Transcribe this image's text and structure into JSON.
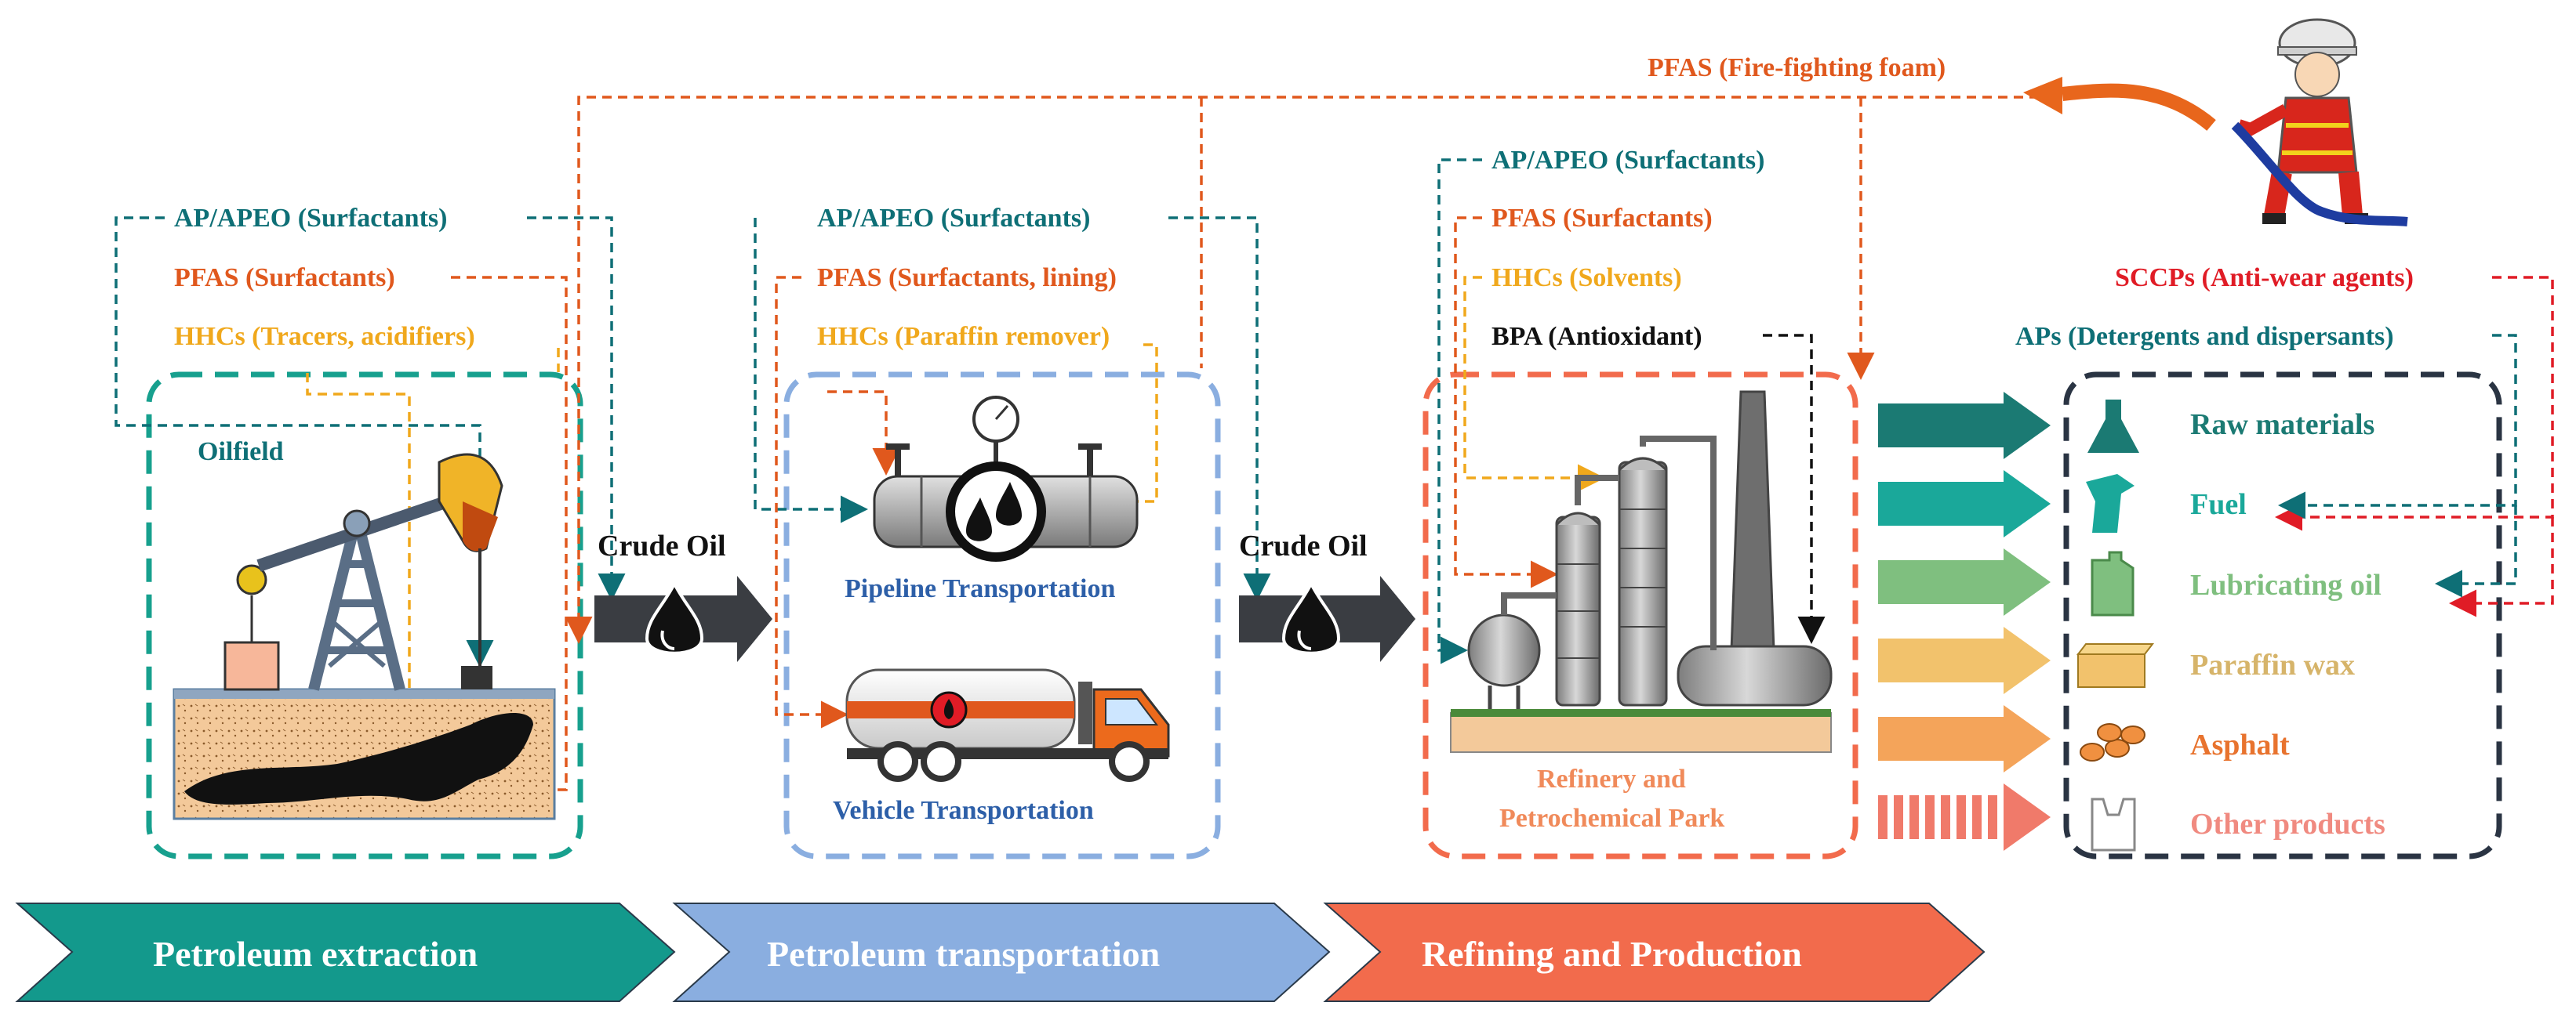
{
  "colors": {
    "teal": "#0e6f76",
    "green_teal": "#17a08e",
    "orange": "#e0581d",
    "gold": "#f0a81c",
    "red": "#e01c26",
    "blue": "#2d5fa8",
    "light_blue": "#8aaee0",
    "salmon": "#f26b4c"
  },
  "top_label": "PFAS (Fire-fighting foam)",
  "oilfield": {
    "chemicals": [
      "AP/APEO  (Surfactants)",
      "PFAS (Surfactants)",
      "HHCs (Tracers, acidifiers)"
    ],
    "title": "Oilfield"
  },
  "crude_oil_1": "Crude Oil",
  "crude_oil_2": "Crude Oil",
  "transport": {
    "chemicals": [
      "AP/APEO  (Surfactants)",
      "PFAS (Surfactants, lining)",
      "HHCs (Paraffin remover)"
    ],
    "pipeline": "Pipeline Transportation",
    "vehicle": "Vehicle Transportation"
  },
  "refinery": {
    "chemicals": [
      "AP/APEO  (Surfactants)",
      "PFAS (Surfactants)",
      "HHCs (Solvents)",
      "BPA (Antioxidant)"
    ],
    "title_line1": "Refinery and",
    "title_line2": "Petrochemical Park"
  },
  "products_side": {
    "sccps": "SCCPs (Anti-wear agents)",
    "aps": "APs (Detergents and dispersants)"
  },
  "products": [
    {
      "label": "Raw materials",
      "color": "#1b7a73",
      "icon": "flask-icon"
    },
    {
      "label": "Fuel",
      "color": "#1aa89a",
      "icon": "fuel-nozzle-icon"
    },
    {
      "label": "Lubricating oil",
      "color": "#7fbf7f",
      "icon": "oil-jug-icon"
    },
    {
      "label": "Paraffin wax",
      "color": "#d6b46a",
      "icon": "wax-block-icon"
    },
    {
      "label": "Asphalt",
      "color": "#e8732e",
      "icon": "asphalt-pebbles-icon"
    },
    {
      "label": "Other products",
      "color": "#f08a80",
      "icon": "plastic-bag-icon"
    }
  ],
  "stages": [
    "Petroleum extraction",
    "Petroleum transportation",
    "Refining and Production"
  ]
}
